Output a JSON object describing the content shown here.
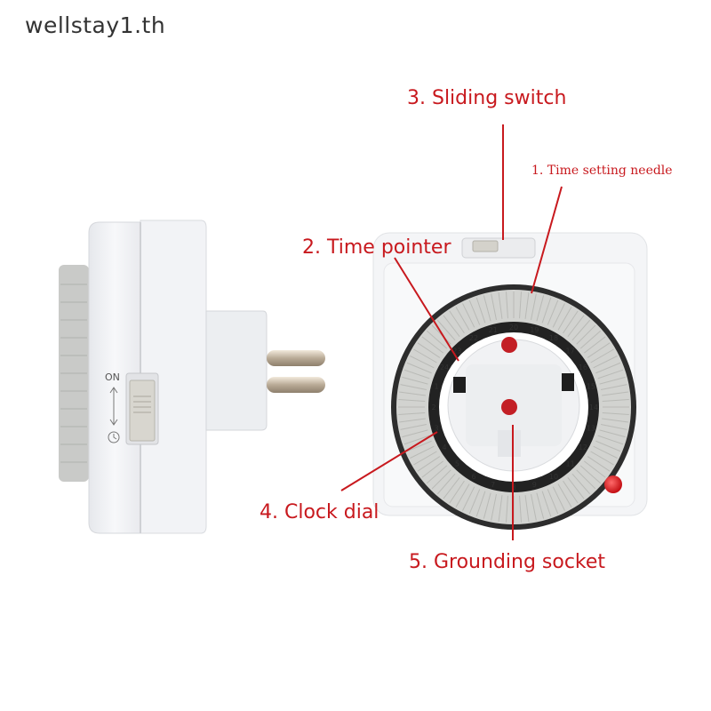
{
  "watermark": "wellstay1.th",
  "colors": {
    "callout": "#c8191e",
    "body": "#f4f5f7",
    "dial_ring": "#d2d3d0",
    "indicator": "#e0141a"
  },
  "side_view": {
    "switch_on_label": "ON",
    "switch_timer_icon": "clock-icon"
  },
  "callouts": {
    "sliding_switch": "3. Sliding switch",
    "time_setting_needle": "1. Time setting needle",
    "time_pointer": "2. Time pointer",
    "clock_dial": "4. Clock dial",
    "grounding_socket": "5. Grounding socket"
  },
  "dial": {
    "hours_in_order": [
      "14",
      "13",
      "12",
      "11",
      "10",
      "9",
      "8",
      "7",
      "6",
      "5",
      "4",
      "3",
      "2",
      "1",
      "24",
      "23",
      "22",
      "21",
      "20",
      "19",
      "18",
      "17",
      "16",
      "15"
    ]
  }
}
